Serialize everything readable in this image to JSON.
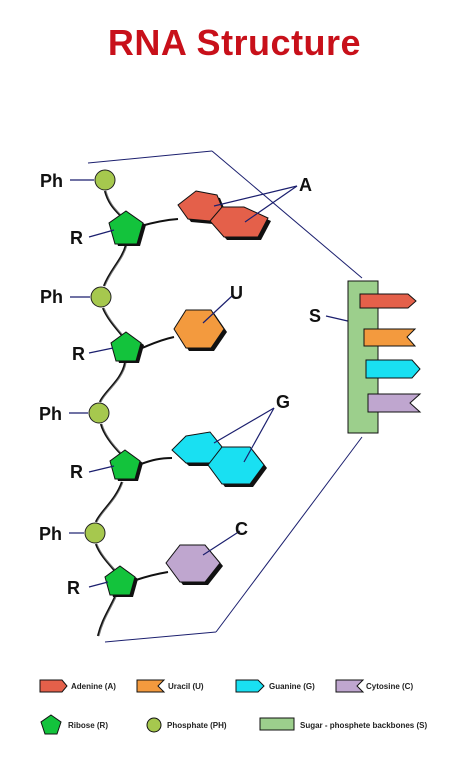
{
  "title": "RNA Structure",
  "labels": {
    "phosphate": "Ph",
    "ribose": "R",
    "adenine": "A",
    "uracil": "U",
    "guanine": "G",
    "cytosine": "C",
    "backbone": "S"
  },
  "legend": {
    "adenine": "Adenine (A)",
    "uracil": "Uracil (U)",
    "guanine": "Guanine (G)",
    "cytosine": "Cytosine (C)",
    "ribose": "Ribose (R)",
    "phosphate": "Phosphate (PH)",
    "backbone": "Sugar - phosphete backbones (S)"
  },
  "colors": {
    "adenine": "#e4604a",
    "uracil": "#f39a3e",
    "guanine": "#19e0f2",
    "cytosine": "#bfa6cf",
    "ribose": "#13c33c",
    "phosphate": "#a6c84e",
    "backbone": "#9ccf8c",
    "title": "#c8101a",
    "outline": "#1b1f6e"
  }
}
